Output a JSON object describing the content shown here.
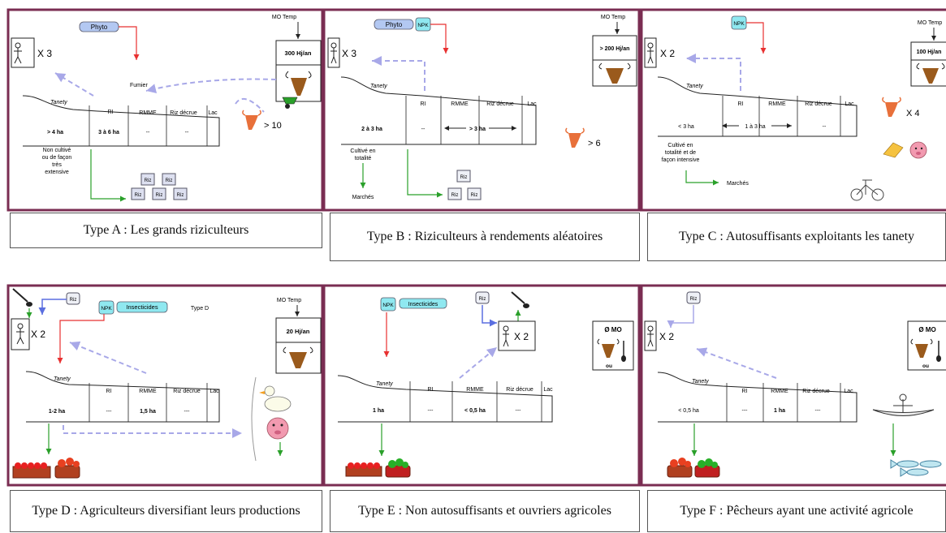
{
  "colors": {
    "frame": "#7a2d52",
    "phyto": "#b3c8f2",
    "npk": "#8fe8f0",
    "insecticides": "#8fe8f0",
    "arrow_red": "#e83030",
    "arrow_blue_dashed": "#a8a8e8",
    "arrow_green": "#2aa02a",
    "arrow_blue": "#5b6fe0",
    "cattle": "#9a5a1c"
  },
  "panels": [
    {
      "id": "A",
      "inputs": [
        "Phyto"
      ],
      "workers": "X 3",
      "mo_label": "MO Temp",
      "mo_value": "300 Hj/an",
      "fumier_label": "Fumier",
      "cattle_count": "> 10",
      "land_headers": [
        "Tanety",
        "RI",
        "RMME",
        "Riz décrue",
        "Lac"
      ],
      "land_values": [
        "> 4 ha",
        "3 à 6 ha",
        "--",
        "--"
      ],
      "note": [
        "Non cultivé",
        "ou de façon",
        "très",
        "extensive"
      ],
      "output_labels": [
        "Riz",
        "Riz",
        "Riz",
        "Riz",
        "Riz"
      ],
      "caption": "Type A : Les grands riziculteurs"
    },
    {
      "id": "B",
      "inputs": [
        "Phyto",
        "NPK"
      ],
      "workers": "X 3",
      "mo_label": "MO Temp",
      "mo_value": "> 200 Hj/an",
      "cattle_count": "> 6",
      "land_headers": [
        "Tanety",
        "RI",
        "RMME",
        "Riz décrue",
        "Lac"
      ],
      "land_values": [
        "2 à 3 ha",
        "--",
        "> 3 ha"
      ],
      "note": [
        "Cultivé en",
        "totalité"
      ],
      "market_label": "Marchés",
      "output_labels": [
        "Riz",
        "Riz",
        "Riz"
      ],
      "caption": "Type B : Riziculteurs à rendements aléatoires"
    },
    {
      "id": "C",
      "inputs": [
        "NPK"
      ],
      "workers": "X 2",
      "mo_label": "MO Temp",
      "mo_value": "100 Hj/an",
      "cattle_count": "X 4",
      "land_headers": [
        "Tanety",
        "RI",
        "RMME",
        "Riz décrue",
        "Lac"
      ],
      "land_values": [
        "< 3 ha",
        "1 à 3 ha",
        "--"
      ],
      "note": [
        "Cultivé en",
        "totalité et de",
        "façon intensive"
      ],
      "market_label": "Marchés",
      "caption": "Type C : Autosuffisants exploitants les tanety"
    },
    {
      "id": "D",
      "inputs": [
        "Riz",
        "NPK",
        "Insecticides"
      ],
      "type_label": "Type D",
      "workers": "X 2",
      "mo_label": "MO Temp",
      "mo_value": "20 Hj/an",
      "land_headers": [
        "Tanety",
        "RI",
        "RMME",
        "Riz décrue",
        "Lac"
      ],
      "land_values": [
        "1-2 ha",
        "---",
        "1,5 ha",
        "---"
      ],
      "caption": "Type D : Agriculteurs diversifiant leurs productions"
    },
    {
      "id": "E",
      "inputs": [
        "NPK",
        "Insecticides",
        "Riz"
      ],
      "workers": "X 2",
      "mo_label": "Ø MO",
      "ou_label": "ou",
      "land_headers": [
        "Tanety",
        "RI",
        "RMME",
        "Riz décrue",
        "Lac"
      ],
      "land_values": [
        "1 ha",
        "---",
        "< 0,5 ha",
        "---"
      ],
      "caption": "Type E : Non autosuffisants et ouvriers agricoles"
    },
    {
      "id": "F",
      "inputs": [
        "Riz"
      ],
      "workers": "X 2",
      "mo_label": "Ø MO",
      "ou_label": "ou",
      "land_headers": [
        "Tanety",
        "RI",
        "RMME",
        "Riz décrue",
        "Lac"
      ],
      "land_values": [
        "< 0,5 ha",
        "---",
        "1 ha",
        "---"
      ],
      "caption": "Type F : Pêcheurs ayant une activité agricole"
    }
  ]
}
